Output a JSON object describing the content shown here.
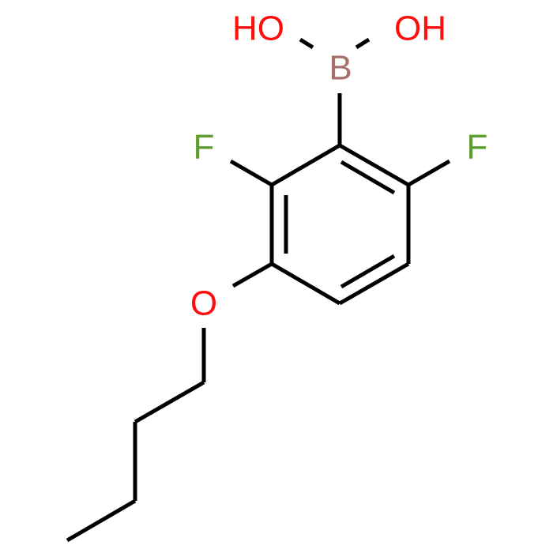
{
  "molecule": {
    "labels": {
      "hydroxyl_left": "HO",
      "hydroxyl_right": "OH",
      "boron": "B",
      "fluorine_left": "F",
      "fluorine_right": "F",
      "ether_oxygen": "O"
    },
    "colors": {
      "bond": "#000000",
      "oxygen": "#ff0d0d",
      "boron": "#a6706b",
      "fluorine": "#5e9e2e",
      "background": "#ffffff"
    }
  }
}
